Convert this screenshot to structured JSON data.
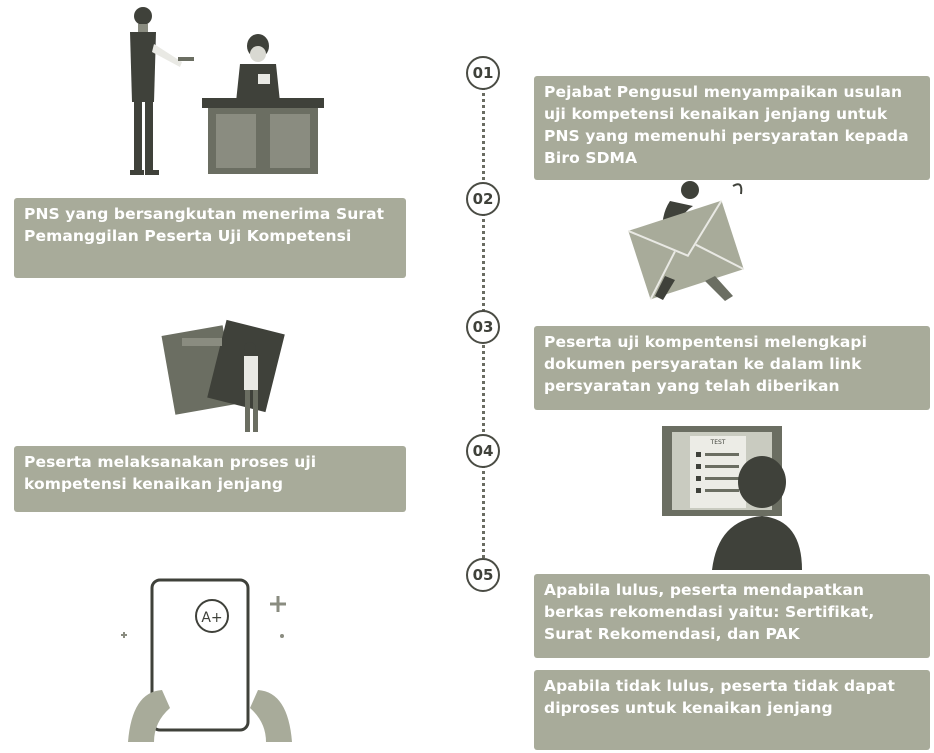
{
  "steps": [
    "01",
    "02",
    "03",
    "04",
    "05"
  ],
  "boxes": {
    "b1": "Pejabat Pengusul menyampaikan usulan uji kompetensi kenaikan jenjang untuk PNS yang memenuhi persyaratan kepada Biro SDMA",
    "b2": "PNS yang bersangkutan menerima Surat Pemanggilan Peserta Uji Kompetensi",
    "b3": "Peserta uji kompentensi melengkapi dokumen persyaratan ke dalam link persyaratan yang telah diberikan",
    "b4": "Peserta melaksanakan proses uji kompetensi kenaikan jenjang",
    "b5": "Apabila lulus, peserta mendapatkan berkas rekomendasi yaitu: Sertifikat, Surat Rekomendasi, dan PAK",
    "b6": "Apabila tidak lulus, peserta tidak dapat diproses untuk kenaikan jenjang"
  },
  "labels": {
    "test": "TEST",
    "grade": "A+"
  },
  "colors": {
    "box": "#a8ab9a",
    "dark": "#3f413a",
    "mid": "#6b6e62"
  }
}
